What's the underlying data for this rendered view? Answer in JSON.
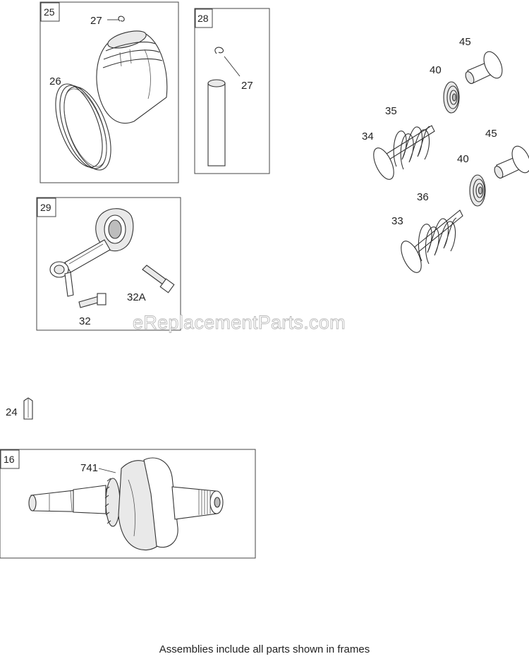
{
  "frames": {
    "f25": "25",
    "f28": "28",
    "f29": "29",
    "f16": "16"
  },
  "labels": {
    "l27a": "27",
    "l26": "26",
    "l27b": "27",
    "l45a": "45",
    "l40a": "40",
    "l35": "35",
    "l34": "34",
    "l45b": "45",
    "l40b": "40",
    "l36": "36",
    "l33": "33",
    "l32a": "32A",
    "l32": "32",
    "l24": "24",
    "l741": "741"
  },
  "watermark": "eReplacementParts.com",
  "footer_note": "Assemblies include all parts shown in frames"
}
